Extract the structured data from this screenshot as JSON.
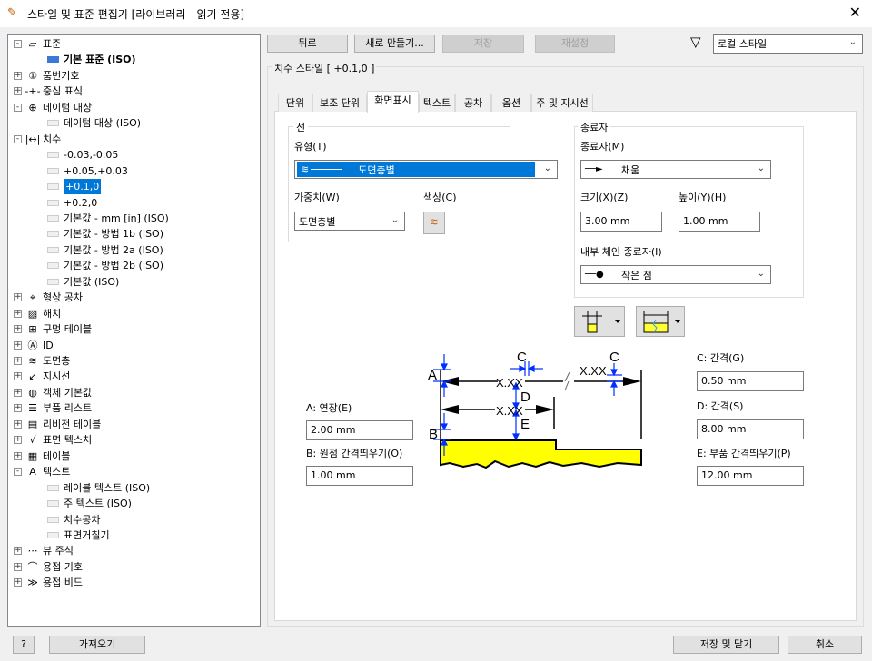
{
  "window": {
    "title": "스타일 및 표준 편집기 [라이브러리 - 읽기 전용]",
    "close": "✕"
  },
  "tree": [
    {
      "label": "표준",
      "level": 0,
      "exp": "-",
      "icon": "standard-icon",
      "glyph": "▱"
    },
    {
      "label": "기본 표준 (ISO)",
      "level": 1,
      "bold": true
    },
    {
      "label": "품번기호",
      "level": 0,
      "exp": "+",
      "icon": "balloon-icon",
      "glyph": "①"
    },
    {
      "label": "중심 표식",
      "level": 0,
      "exp": "+",
      "icon": "center-mark-icon",
      "glyph": "-+-"
    },
    {
      "label": "데이텀 대상",
      "level": 0,
      "exp": "-",
      "icon": "datum-target-icon",
      "glyph": "⊕"
    },
    {
      "label": "데이텀 대상 (ISO)",
      "level": 1
    },
    {
      "label": "치수",
      "level": 0,
      "exp": "-",
      "icon": "dimension-icon",
      "glyph": "|↔|"
    },
    {
      "label": "-0.03,-0.05",
      "level": 1
    },
    {
      "label": "+0.05,+0.03",
      "level": 1
    },
    {
      "label": "+0.1,0",
      "level": 1,
      "selected": true
    },
    {
      "label": "+0.2,0",
      "level": 1
    },
    {
      "label": "기본값 - mm [in] (ISO)",
      "level": 1
    },
    {
      "label": "기본값 - 방법 1b (ISO)",
      "level": 1
    },
    {
      "label": "기본값 - 방법 2a (ISO)",
      "level": 1
    },
    {
      "label": "기본값 - 방법 2b (ISO)",
      "level": 1
    },
    {
      "label": "기본값 (ISO)",
      "level": 1
    },
    {
      "label": "형상 공차",
      "level": 0,
      "exp": "+",
      "icon": "feature-control-icon",
      "glyph": "⌖"
    },
    {
      "label": "해치",
      "level": 0,
      "exp": "+",
      "icon": "hatch-icon",
      "glyph": "▨"
    },
    {
      "label": "구멍 테이블",
      "level": 0,
      "exp": "+",
      "icon": "hole-table-icon",
      "glyph": "⊞"
    },
    {
      "label": "ID",
      "level": 0,
      "exp": "+",
      "icon": "id-icon",
      "glyph": "Ⓐ"
    },
    {
      "label": "도면층",
      "level": 0,
      "exp": "+",
      "icon": "layer-icon",
      "glyph": "≋"
    },
    {
      "label": "지시선",
      "level": 0,
      "exp": "+",
      "icon": "leader-icon",
      "glyph": "↙"
    },
    {
      "label": "객체 기본값",
      "level": 0,
      "exp": "+",
      "icon": "object-defaults-icon",
      "glyph": "◍"
    },
    {
      "label": "부품 리스트",
      "level": 0,
      "exp": "+",
      "icon": "parts-list-icon",
      "glyph": "☰"
    },
    {
      "label": "리비전 테이블",
      "level": 0,
      "exp": "+",
      "icon": "revision-table-icon",
      "glyph": "▤"
    },
    {
      "label": "표면 텍스처",
      "level": 0,
      "exp": "+",
      "icon": "surface-texture-icon",
      "glyph": "√"
    },
    {
      "label": "테이블",
      "level": 0,
      "exp": "+",
      "icon": "table-icon",
      "glyph": "▦"
    },
    {
      "label": "텍스트",
      "level": 0,
      "exp": "-",
      "icon": "text-icon",
      "glyph": "A"
    },
    {
      "label": "레이블 텍스트 (ISO)",
      "level": 1
    },
    {
      "label": "주 텍스트 (ISO)",
      "level": 1
    },
    {
      "label": "치수공차",
      "level": 1
    },
    {
      "label": "표면거칠기",
      "level": 1
    },
    {
      "label": "뷰 주석",
      "level": 0,
      "exp": "+",
      "icon": "view-annotation-icon",
      "glyph": "⋯"
    },
    {
      "label": "용접 기호",
      "level": 0,
      "exp": "+",
      "icon": "weld-symbol-icon",
      "glyph": "⌒"
    },
    {
      "label": "용접 비드",
      "level": 0,
      "exp": "+",
      "icon": "weld-bead-icon",
      "glyph": "≫"
    }
  ],
  "toolbar": {
    "back": "뒤로",
    "new": "새로 만들기...",
    "save": "저장",
    "reset": "재설정",
    "filter": "로컬 스타일"
  },
  "style_title": "치수 스타일 [ +0.1,0 ]",
  "tabs": [
    "단위",
    "보조 단위",
    "화면표시",
    "텍스트",
    "공차",
    "옵션",
    "주 및 지시선"
  ],
  "line": {
    "group": "선",
    "type_label": "유형(T)",
    "type_value": "도면층별",
    "weight_label": "가중치(W)",
    "weight_value": "도면층별",
    "color_label": "색상(C)"
  },
  "terminator": {
    "group": "종료자",
    "term_label": "종료자(M)",
    "term_value": "채움",
    "size_label": "크기(X)(Z)",
    "size_value": "3.00 mm",
    "height_label": "높이(Y)(H)",
    "height_value": "1.00 mm",
    "inner_label": "내부 체인 종료자(I)",
    "inner_value": "작은 점"
  },
  "spacing": {
    "a_label": "A: 연장(E)",
    "a_value": "2.00 mm",
    "b_label": "B: 원점 간격띄우기(O)",
    "b_value": "1.00 mm",
    "c_label": "C: 간격(G)",
    "c_value": "0.50 mm",
    "d_label": "D: 간격(S)",
    "d_value": "8.00 mm",
    "e_label": "E: 부품 간격띄우기(P)",
    "e_value": "12.00 mm"
  },
  "diagram": {
    "a": "A",
    "b": "B",
    "c": "C",
    "d": "D",
    "e": "E",
    "xx": "X.XX"
  },
  "footer": {
    "import": "가져오기",
    "save_close": "저장 및 닫기",
    "cancel": "취소",
    "help": "?"
  }
}
